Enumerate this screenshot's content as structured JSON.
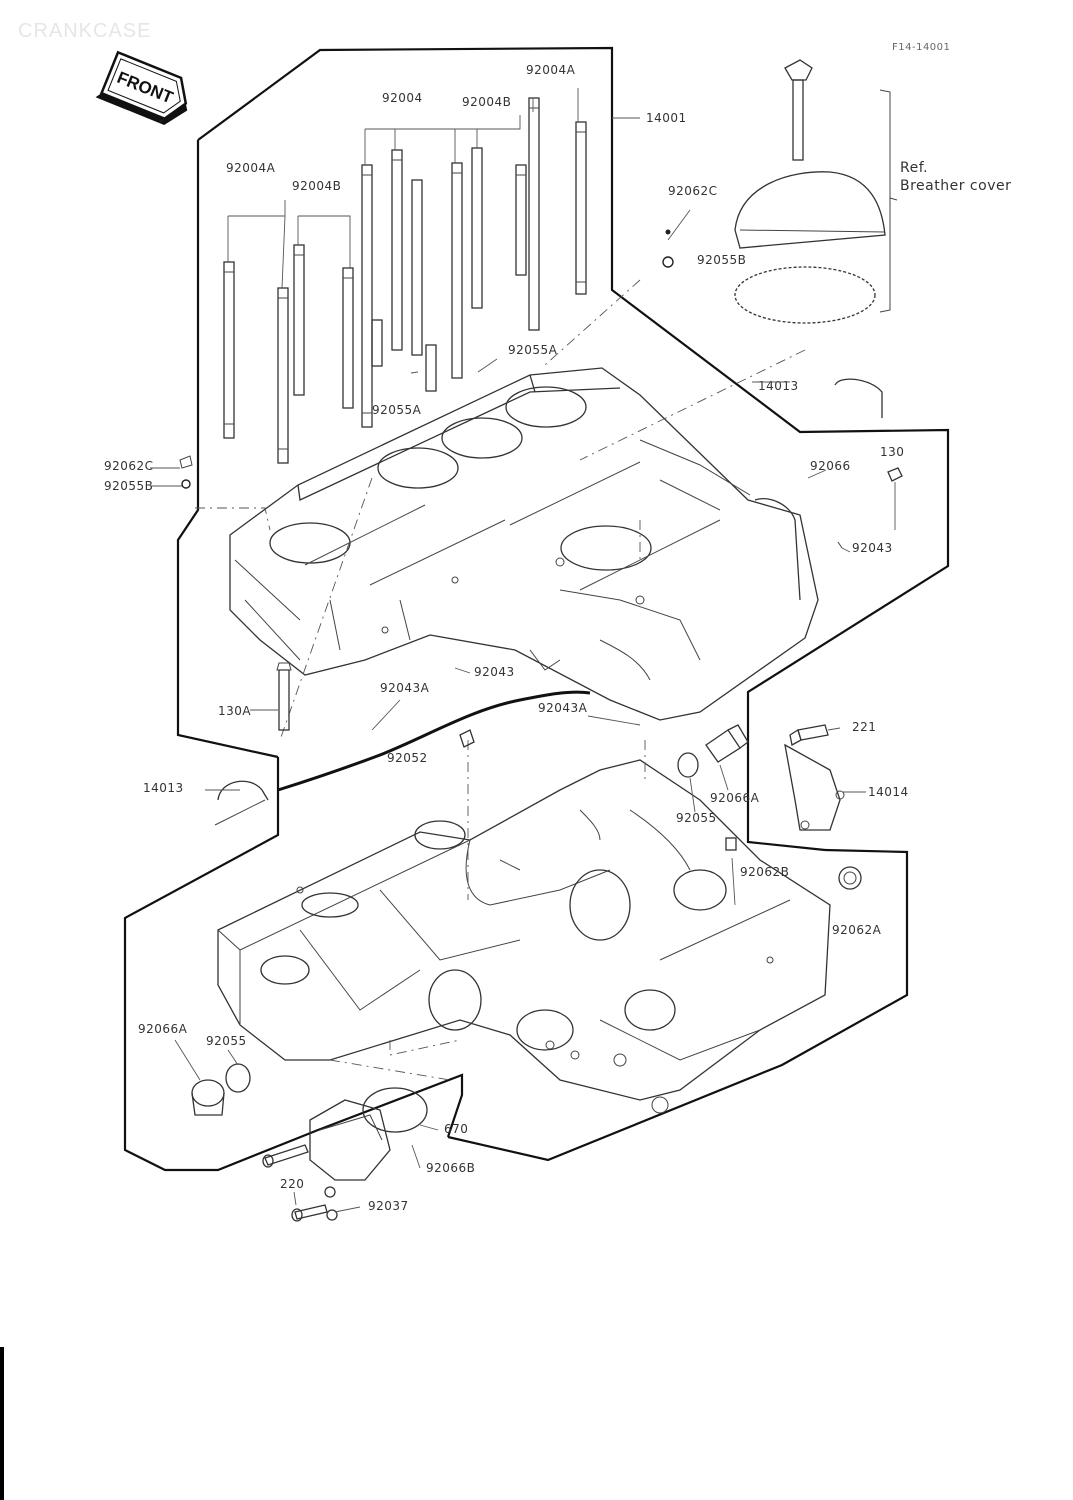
{
  "header": {
    "title": "CRANKCASE",
    "ref": "F14-14001"
  },
  "front_badge": "FRONT",
  "callouts": {
    "c_92004A_top": "92004A",
    "c_92004_top": "92004",
    "c_92004B_top": "92004B",
    "c_14001": "14001",
    "c_92004A_left": "92004A",
    "c_92004B_left": "92004B",
    "c_92062C_top": "92062C",
    "c_92055B_top": "92055B",
    "c_ref_line1": "Ref.",
    "c_ref_line2": "Breather cover",
    "c_92055A_1": "92055A",
    "c_92055A_2": "92055A",
    "c_14013_r": "14013",
    "c_92062C_left": "92062C",
    "c_92055B_left": "92055B",
    "c_92066": "92066",
    "c_130": "130",
    "c_92043_r": "92043",
    "c_92043_c": "92043",
    "c_92043A_1": "92043A",
    "c_130A": "130A",
    "c_92043A_2": "92043A",
    "c_92052": "92052",
    "c_14013_l": "14013",
    "c_221": "221",
    "c_14014": "14014",
    "c_92066A_r": "92066A",
    "c_92055_r": "92055",
    "c_92062B": "92062B",
    "c_92062A": "92062A",
    "c_92066A_l": "92066A",
    "c_92055_l": "92055",
    "c_670": "670",
    "c_220": "220",
    "c_92066B": "92066B",
    "c_92037": "92037"
  }
}
